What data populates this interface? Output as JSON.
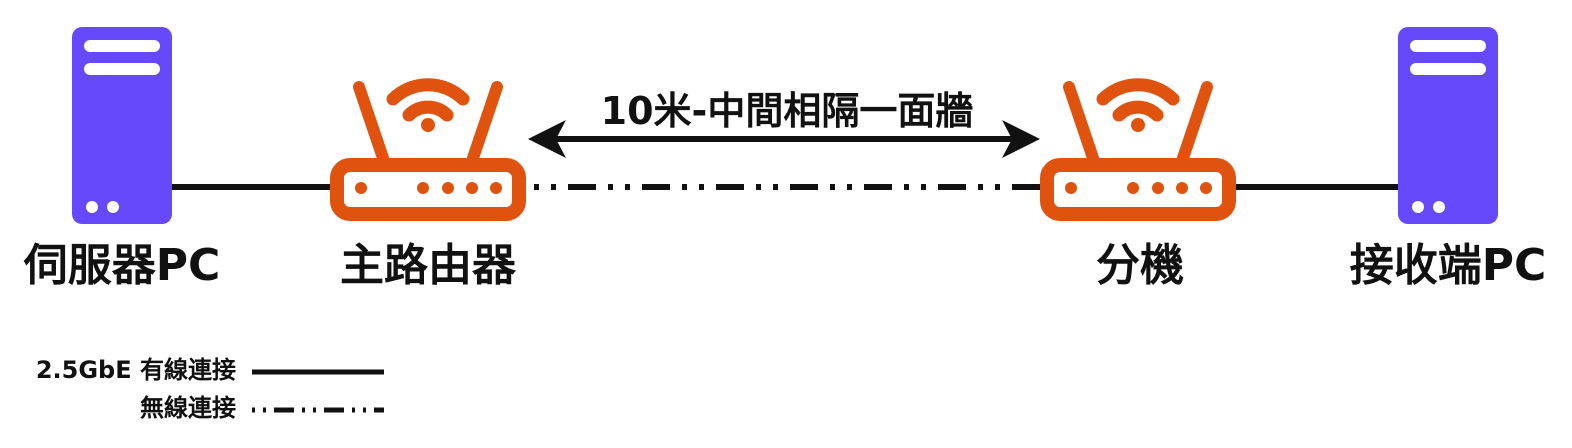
{
  "nodes": {
    "server_pc": {
      "label": "伺服器PC",
      "icon": "server-tower-icon"
    },
    "main_router": {
      "label": "主路由器",
      "icon": "wifi-router-icon"
    },
    "satellite": {
      "label": "分機",
      "icon": "wifi-router-icon"
    },
    "receiver_pc": {
      "label": "接收端PC",
      "icon": "server-tower-icon"
    }
  },
  "distance": {
    "label": "10米-中間相隔一面牆"
  },
  "legend": {
    "wired": "2.5GbE 有線連接",
    "wireless": "無線連接"
  },
  "colors": {
    "pc": "#6549fb",
    "router": "#e0530f",
    "line": "#111111"
  }
}
